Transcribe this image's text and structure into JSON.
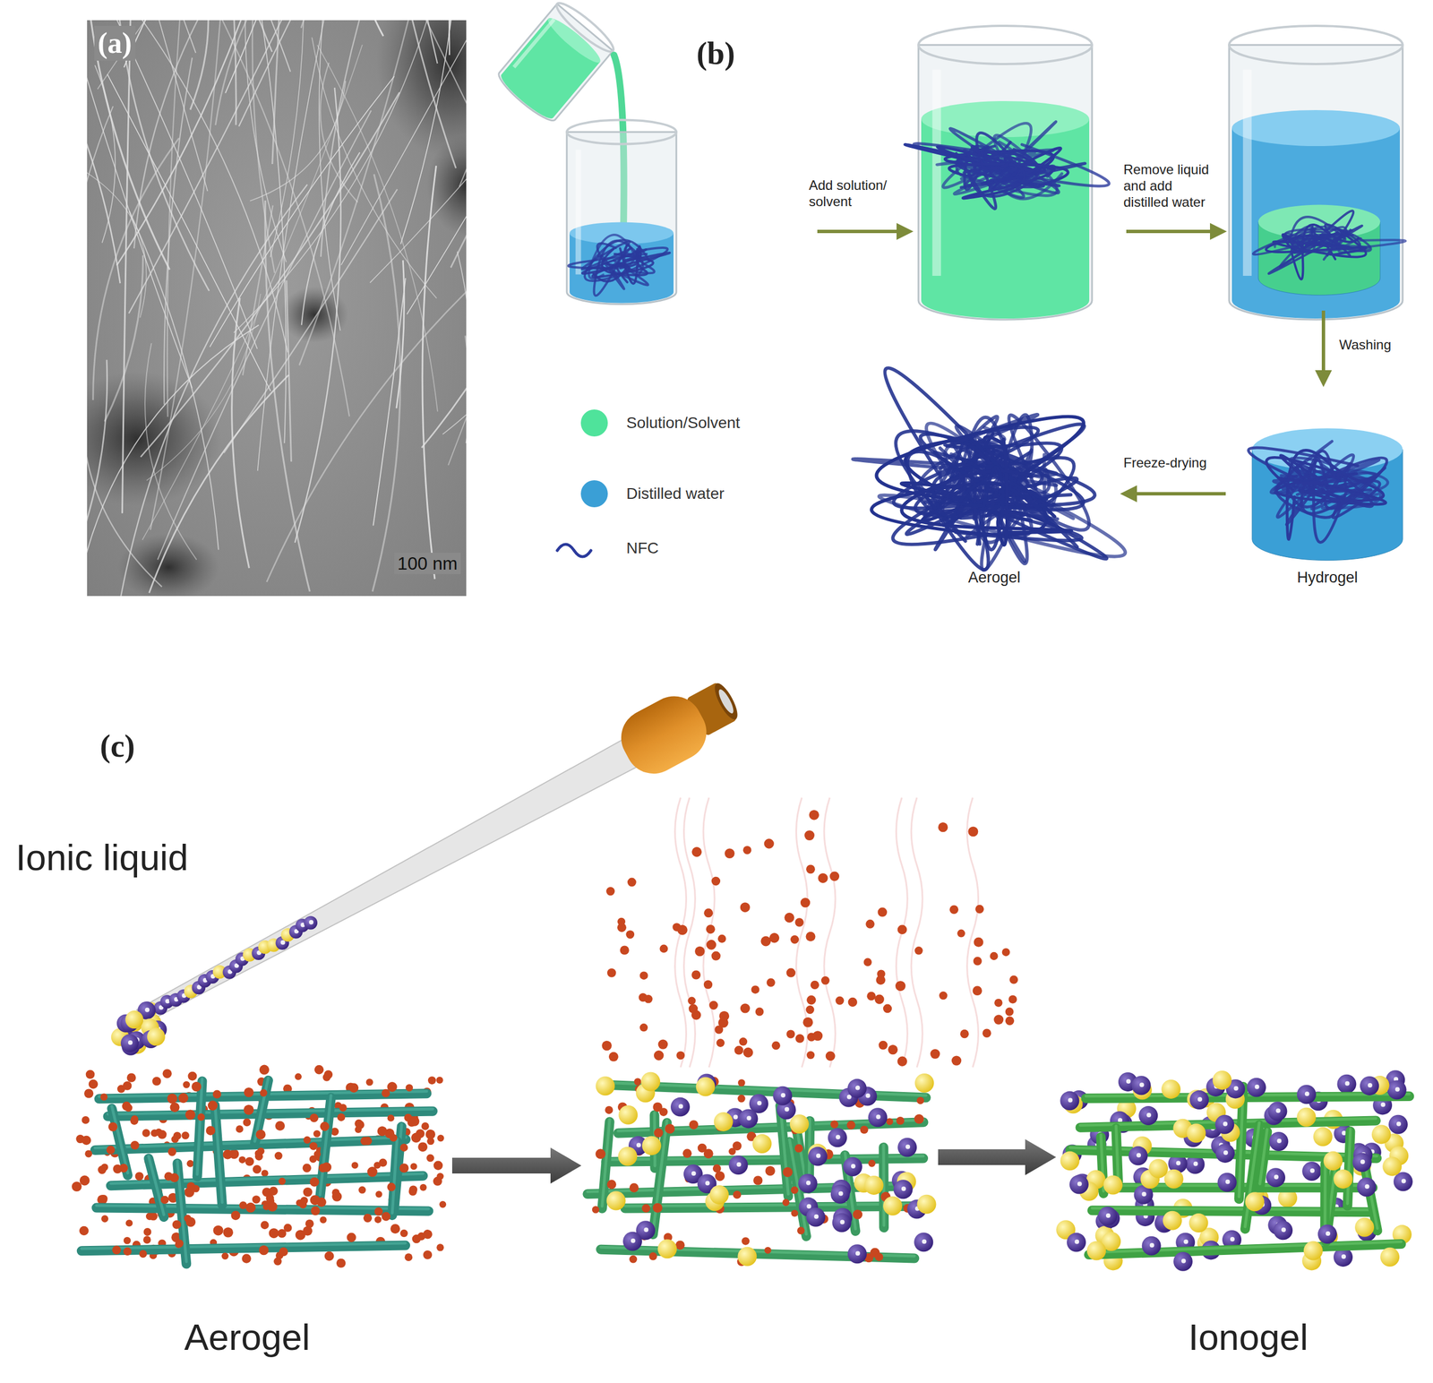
{
  "diagram": {
    "labels": [
      "(a)",
      "100 nm",
      "(b)",
      "Add solution/ solvent",
      "Remove liquid and add distilled water",
      "Washing",
      "Freeze-drying",
      "Aerogel",
      "Hydrogel",
      "(c)",
      "Ionic liquid",
      "Aerogel",
      "Ionogel"
    ],
    "legend": [
      {
        "text": "Solution/Solvent",
        "color": "#4fe39b"
      },
      {
        "text": "Distilled water",
        "color": "#3a9fd6"
      },
      {
        "text": "NFC"
      }
    ]
  }
}
